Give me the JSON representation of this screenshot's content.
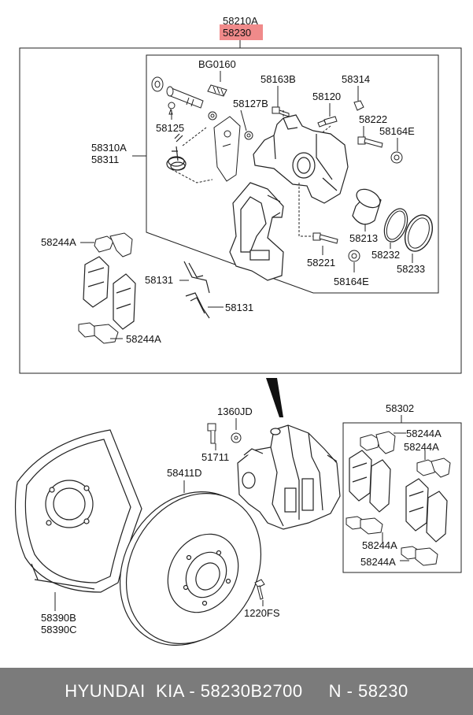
{
  "labels": {
    "l58210A": "58210A",
    "l58230": "58230",
    "lBG0160": "BG0160",
    "l58163B": "58163B",
    "l58314": "58314",
    "l58127B": "58127B",
    "l58120": "58120",
    "l58222": "58222",
    "l58164E_1": "58164E",
    "l58125": "58125",
    "l58310A": "58310A",
    "l58311": "58311",
    "l58244A_1": "58244A",
    "l58213": "58213",
    "l58232": "58232",
    "l58233": "58233",
    "l58221": "58221",
    "l58164E_2": "58164E",
    "l58131_1": "58131",
    "l58131_2": "58131",
    "l58244A_2": "58244A",
    "l1360JD": "1360JD",
    "l51711": "51711",
    "l58302": "58302",
    "l58244A_3": "58244A",
    "l58244A_4": "58244A",
    "l58411D": "58411D",
    "l58244A_5": "58244A",
    "l58244A_6": "58244A",
    "l58390B": "58390B",
    "l58390C": "58390C",
    "l1220FS": "1220FS"
  },
  "colors": {
    "highlight": "#f08a8a",
    "footer": "#7b7b7b",
    "line": "#222222"
  },
  "footer": {
    "text": "HYUNDAI  KIA - 58230B2700     N - 58230"
  }
}
